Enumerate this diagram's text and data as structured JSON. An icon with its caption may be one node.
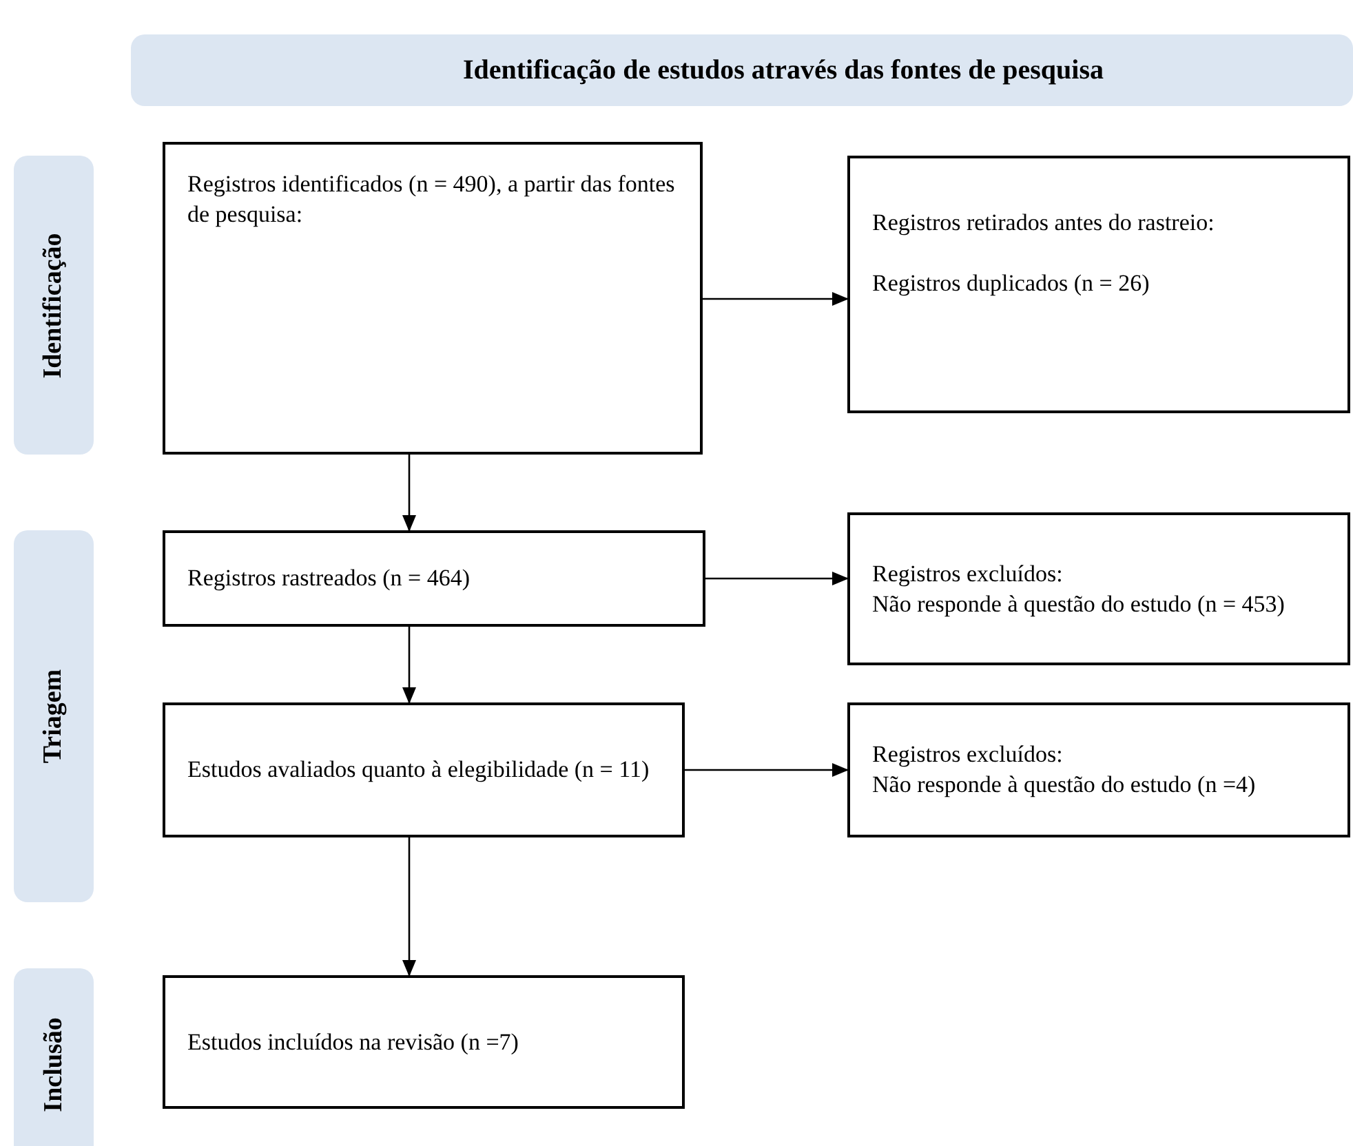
{
  "diagram": {
    "nodes": [
      {
        "text": [
          "Identificação de estudos através das fontes de pesquisa"
        ]
      },
      {
        "text": [
          "Identificação"
        ]
      },
      {
        "text": [
          "Registros identificados (n = 490), a partir das fontes de pesquisa:"
        ]
      },
      {
        "text": [
          "Registros retirados antes do rastreio:",
          "Registros duplicados (n = 26)"
        ]
      },
      {
        "text": [
          "Triagem"
        ]
      },
      {
        "text": [
          "Registros rastreados (n = 464)"
        ]
      },
      {
        "text": [
          "Registros excluídos:",
          "Não responde à questão do estudo (n = 453)"
        ]
      },
      {
        "text": [
          "Estudos avaliados quanto à elegibilidade (n = 11)"
        ]
      },
      {
        "text": [
          "Registros excluídos:",
          "Não responde à questão do estudo (n =4)"
        ]
      },
      {
        "text": [
          "Inclusão"
        ]
      },
      {
        "text": [
          "Estudos incluídos na revisão (n =7)"
        ]
      }
    ],
    "edges": [
      {
        "from": 2,
        "to": 3,
        "arrow": "to"
      },
      {
        "from": 2,
        "to": 5,
        "arrow": "to"
      },
      {
        "from": 5,
        "to": 6,
        "arrow": "to"
      },
      {
        "from": 5,
        "to": 7,
        "arrow": "to"
      },
      {
        "from": 7,
        "to": 8,
        "arrow": "to"
      },
      {
        "from": 7,
        "to": 10,
        "arrow": "to"
      }
    ]
  }
}
